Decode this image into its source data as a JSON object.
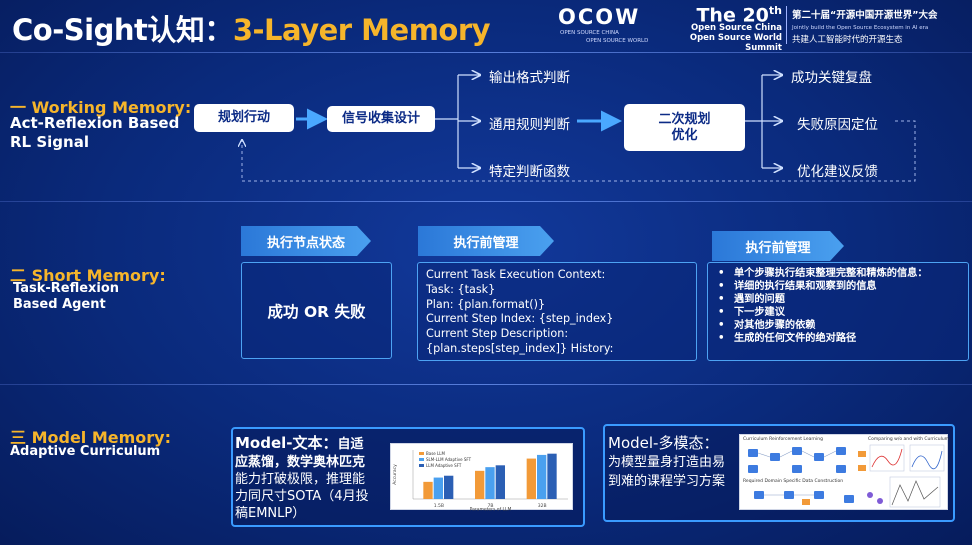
{
  "header": {
    "title_part1": "Co-Sight认知：",
    "title_part2": "3-Layer Memory",
    "ocow": {
      "word": "OCOW",
      "sub1": "OPEN SOURCE CHINA",
      "sub2": "OPEN SOURCE WORLD"
    },
    "summit": {
      "edition": "The 20",
      "sup": "th",
      "line1": "Open Source China",
      "line2": "Open Source World Summit"
    },
    "conference": {
      "cn_title": "第二十届“开源中国开源世界”大会",
      "en_slogan": "Jointly build the Open Source Ecosystem in AI era",
      "cn_slogan": "共建人工智能时代的开源生态"
    }
  },
  "working": {
    "title": "一 Working Memory:",
    "sub1": "Act-Reflexion Based",
    "sub2": "RL Signal",
    "boxes": {
      "plan": "规划行动",
      "collect": "信号收集设计",
      "replan_1": "二次规划",
      "replan_2": "优化"
    },
    "judges": [
      "输出格式判断",
      "通用规则判断",
      "特定判断函数"
    ],
    "outcomes": [
      "成功关键复盘",
      "失败原因定位",
      "优化建议反馈"
    ]
  },
  "short": {
    "title": "二 Short Memory:",
    "sub1": "Task-Reflexion",
    "sub2": "Based Agent",
    "tabs": [
      "执行节点状态",
      "执行前管理",
      "执行前管理"
    ],
    "state": "成功 OR 失败",
    "context_lines": [
      "Current Task Execution Context:",
      "Task: {task}",
      "Plan: {plan.format()}",
      "Current Step Index: {step_index}",
      "Current Step Description:",
      "{plan.steps[step_index]} History:"
    ],
    "bullets": [
      "单个步骤执行结束整理完整和精炼的信息：",
      "详细的执行结果和观察到的信息",
      "遇到的问题",
      "下一步建议",
      "对其他步骤的依赖",
      "生成的任何文件的绝对路径"
    ]
  },
  "model": {
    "title": "三 Model Memory:",
    "sub1": "Adaptive Curriculum",
    "text_panel": {
      "heading": "Model-文本：",
      "line1_tail": "自适",
      "line2": "应蒸馏，数学奥林匹克",
      "line3": "能力打破极限，推理能",
      "line4": "力同尺寸SOTA（4月投",
      "line5": "稿EMNLP）"
    },
    "mm_panel": {
      "heading": "Model-多模态：",
      "line1": "为模型量身打造由易",
      "line2": "到难的课程学习方案"
    },
    "thumb_chart": {
      "legend": [
        "Base LLM",
        "SLM-LLM Adaptive SFT",
        "LLM Adaptive SFT"
      ],
      "xlabel": "Parameters of LLM",
      "ylabel": "Accuracy"
    },
    "thumb_flow": {
      "t1": "Curriculum Reinforcement Learning",
      "t2": "Comparing w/o and with Curriculum",
      "t3": "Required Domain Specific Data Construction"
    }
  },
  "colors": {
    "accent": "#f6b52b",
    "frame": "#4da3f3",
    "tab": "#2b78d8"
  },
  "chart_data": {
    "type": "bar",
    "categories": [
      "1.5B",
      "7B",
      "32B"
    ],
    "series": [
      {
        "name": "Base LLM",
        "values": [
          28,
          46,
          66
        ]
      },
      {
        "name": "SLM-LLM Adaptive SFT",
        "values": [
          35,
          52,
          72
        ]
      },
      {
        "name": "LLM Adaptive SFT",
        "values": [
          38,
          55,
          74
        ]
      }
    ],
    "xlabel": "Parameters of LLM",
    "ylabel": "Accuracy",
    "ylim": [
      0,
      80
    ]
  }
}
